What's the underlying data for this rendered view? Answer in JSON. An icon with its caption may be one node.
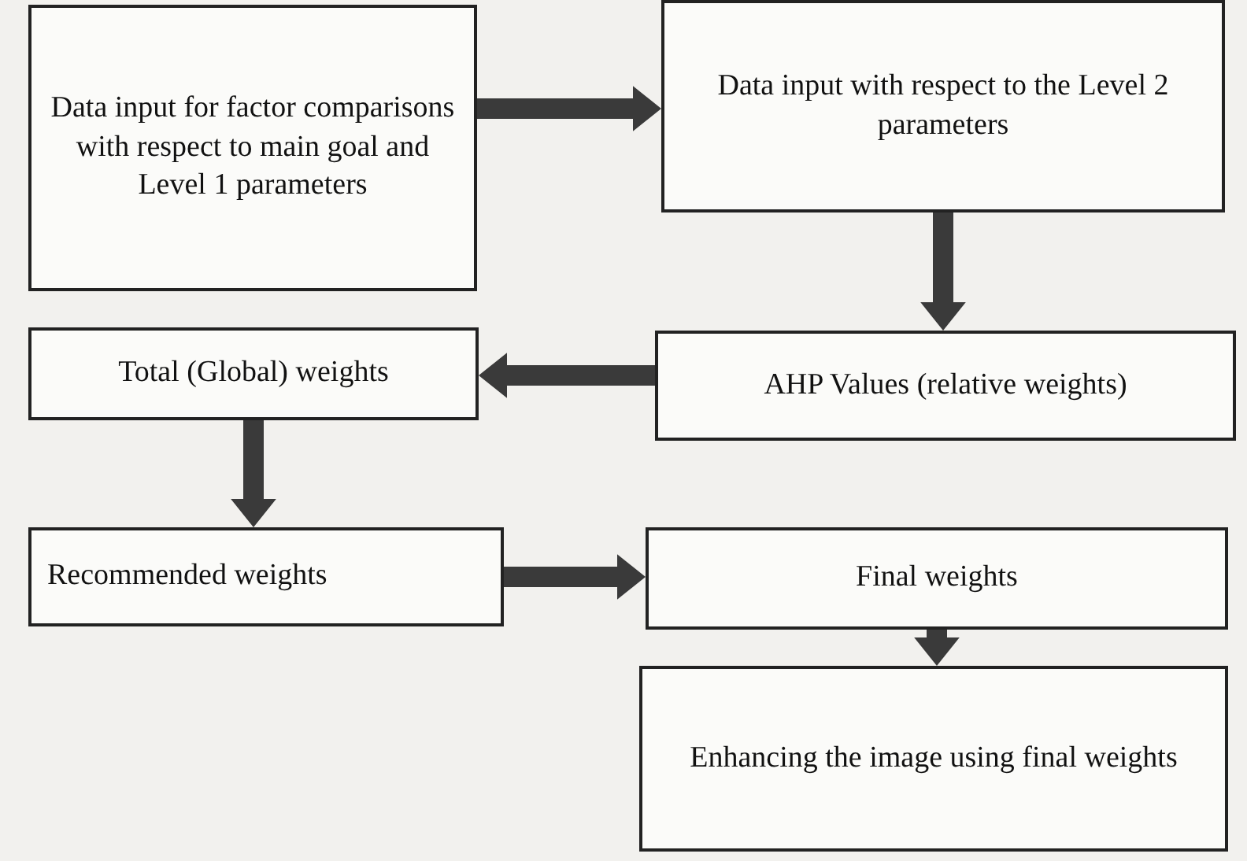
{
  "diagram": {
    "nodes": [
      {
        "text": [
          "Data input for factor comparisons with respect to main goal and Level 1 parameters"
        ]
      },
      {
        "text": [
          "Data input with respect to the Level 2 parameters"
        ]
      },
      {
        "text": [
          "AHP Values (relative weights)"
        ]
      },
      {
        "text": [
          "Total (Global) weights"
        ]
      },
      {
        "text": [
          "Recommended weights"
        ]
      },
      {
        "text": [
          "Final weights"
        ]
      },
      {
        "text": [
          "Enhancing the image using final weights"
        ]
      }
    ],
    "edges": [
      {
        "from": 0,
        "to": 1,
        "arrow": "to"
      },
      {
        "from": 1,
        "to": 2,
        "arrow": "to"
      },
      {
        "from": 2,
        "to": 3,
        "arrow": "to"
      },
      {
        "from": 3,
        "to": 4,
        "arrow": "to"
      },
      {
        "from": 4,
        "to": 5,
        "arrow": "to"
      },
      {
        "from": 5,
        "to": 6,
        "arrow": "to"
      }
    ]
  }
}
